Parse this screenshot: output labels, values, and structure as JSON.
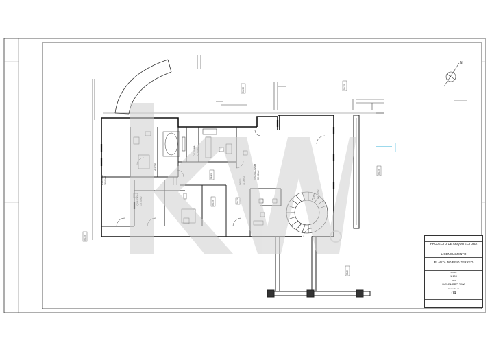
{
  "title_block": {
    "top_label": "",
    "project_type": "PROJECTO DE ARQUITECTURA",
    "small_label_1": "",
    "small_label_2": "",
    "licensing": "LICENCIAMENTO",
    "drawing_label": "",
    "drawing_title": "PLANTA DO PISO TÉRREO",
    "scale_label": "escala",
    "scale": "1:100",
    "date_label": "data",
    "date": "NOVEMBRO 2006",
    "sheet_label": "Desenho nº",
    "sheet_number": "04"
  },
  "rooms": [
    {
      "name": "QUARTO",
      "area": "16.40m2"
    },
    {
      "name": "QUARTO",
      "area": "13.60m2"
    },
    {
      "name": "VESTIR",
      "area": ""
    },
    {
      "name": "COZINHA",
      "area": "22.90m2"
    },
    {
      "name": "SALA COMUM",
      "area": "39.30m2"
    },
    {
      "name": "HALL",
      "area": "22.90m2"
    },
    {
      "name": "DESP.",
      "area": "11.00m2"
    }
  ],
  "level_tags": [
    "58.35",
    "58.35",
    "58.35",
    "58.35",
    "58.35",
    "58.35",
    "58.35",
    "58.35"
  ],
  "north": "N"
}
